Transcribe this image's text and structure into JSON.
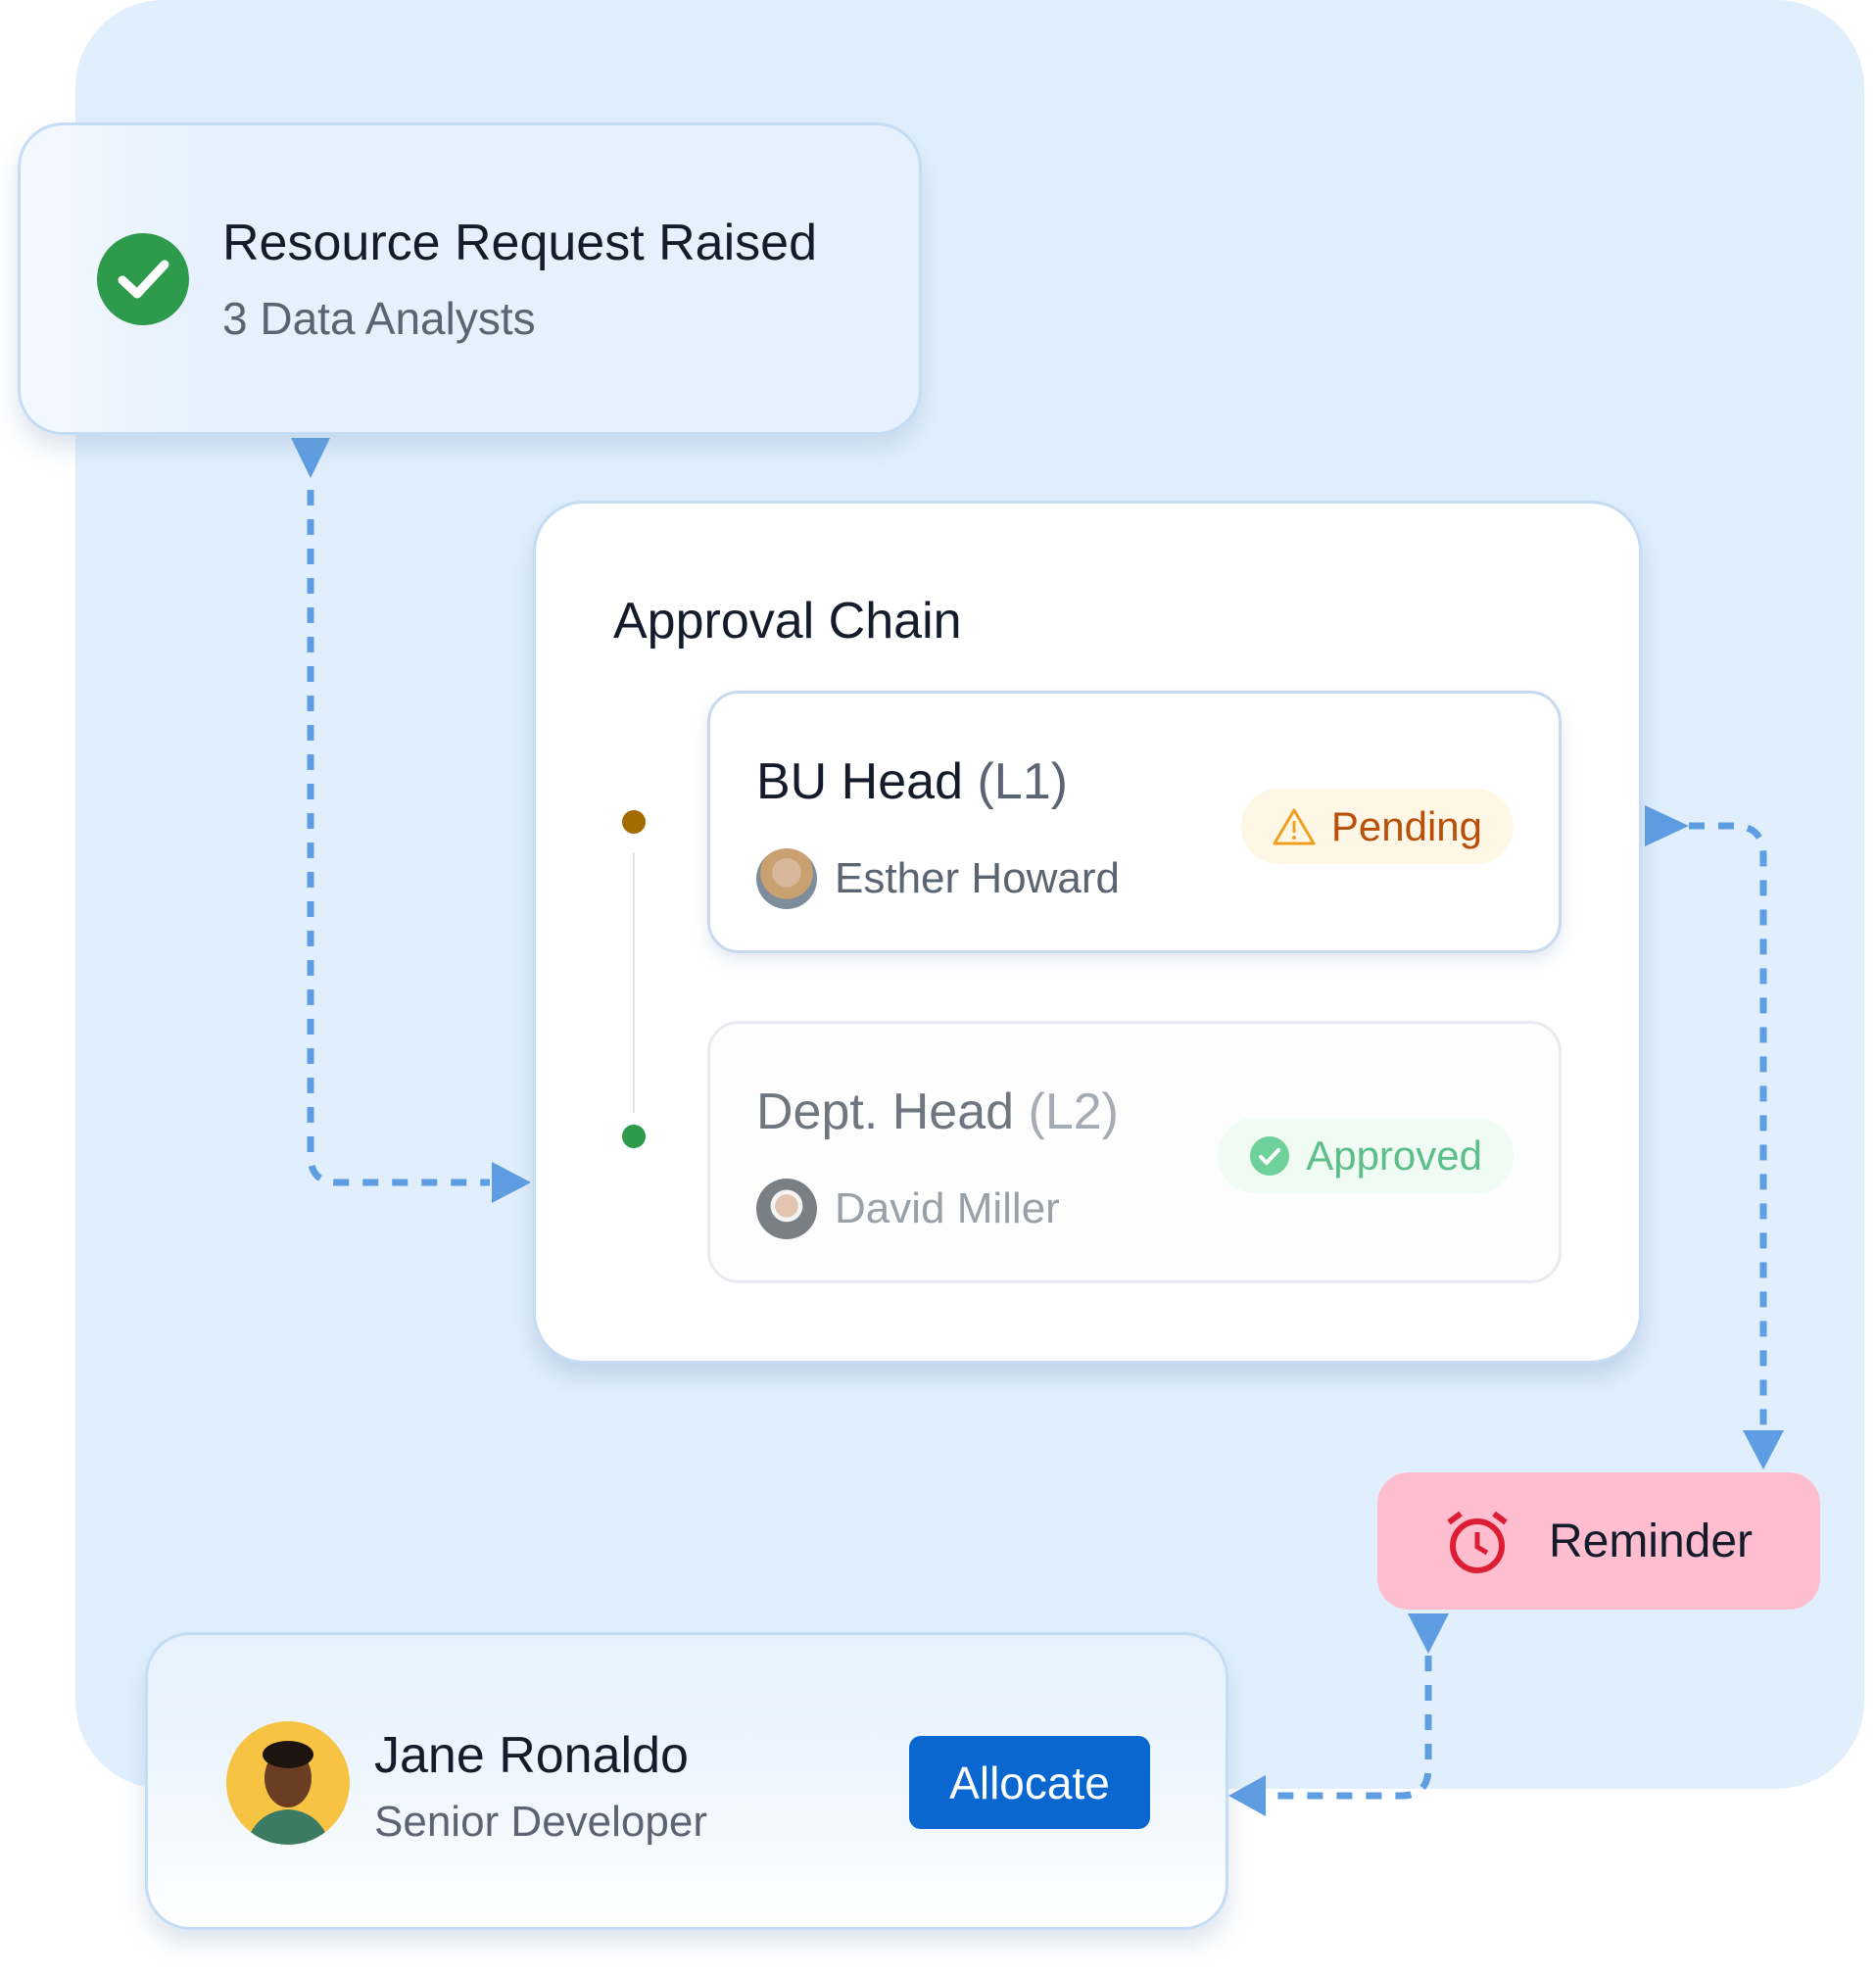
{
  "request": {
    "title": "Resource Request Raised",
    "subtitle": "3 Data Analysts",
    "icon": "check-circle-icon"
  },
  "approval_chain": {
    "title": "Approval Chain",
    "steps": [
      {
        "role": "BU Head",
        "level": "(L1)",
        "person": "Esther Howard",
        "status": "Pending",
        "status_color": "#b9500a",
        "badge_bg": "#fff7e6",
        "dot_color": "#a26b00"
      },
      {
        "role": "Dept. Head",
        "level": "(L2)",
        "person": "David Miller",
        "status": "Approved",
        "status_color": "#5cbf8a",
        "badge_bg": "#effbf3",
        "dot_color": "#2e9a4b"
      }
    ]
  },
  "reminder": {
    "label": "Reminder",
    "icon": "alarm-clock-icon",
    "color": "#dc1e35"
  },
  "allocation": {
    "name": "Jane Ronaldo",
    "role": "Senior Developer",
    "button": "Allocate",
    "button_color": "#0a67d0"
  },
  "connector_color": "#5e9de2"
}
